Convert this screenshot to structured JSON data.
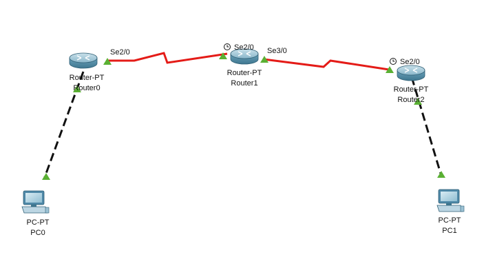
{
  "colors": {
    "serial_link": "#e41b17",
    "ethernet_link": "#111111",
    "link_up": "#5ab033",
    "router_body": "#5e96b0",
    "pc_body": "#4f89a8"
  },
  "icons": {
    "router": "router-icon",
    "pc": "pc-icon",
    "clock": "clock-icon",
    "link_up": "link-up-triangle-icon"
  },
  "devices": [
    {
      "id": "router0",
      "type": "router",
      "model": "Router-PT",
      "name": "Router0"
    },
    {
      "id": "router1",
      "type": "router",
      "model": "Router-PT",
      "name": "Router1"
    },
    {
      "id": "router2",
      "type": "router",
      "model": "Router-PT",
      "name": "Router2"
    },
    {
      "id": "pc0",
      "type": "pc",
      "model": "PC-PT",
      "name": "PC0"
    },
    {
      "id": "pc1",
      "type": "pc",
      "model": "PC-PT",
      "name": "PC1"
    }
  ],
  "links": [
    {
      "id": "r0-r1",
      "type": "serial",
      "from": "router0",
      "to": "router1",
      "from_port": "Se2/0",
      "to_port": "Se2/0",
      "clock_at": "router1"
    },
    {
      "id": "r1-r2",
      "type": "serial",
      "from": "router1",
      "to": "router2",
      "from_port": "Se3/0",
      "to_port": "Se2/0",
      "clock_at": "router2"
    },
    {
      "id": "r0-pc0",
      "type": "ethernet",
      "from": "router0",
      "to": "pc0"
    },
    {
      "id": "r2-pc1",
      "type": "ethernet",
      "from": "router2",
      "to": "pc1"
    }
  ]
}
